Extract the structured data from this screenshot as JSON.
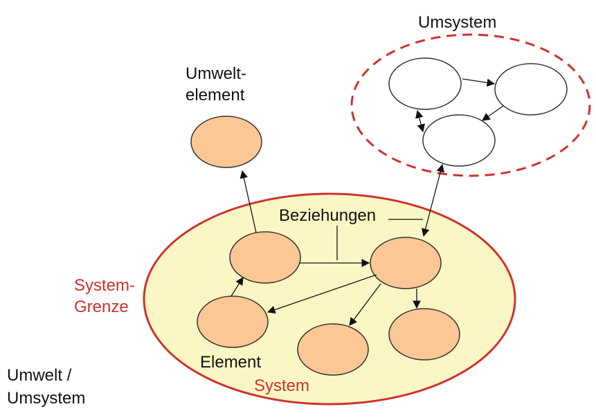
{
  "labels": {
    "umsystem_title": "Umsystem",
    "umwelt_element_line1": "Umwelt-",
    "umwelt_element_line2": "element",
    "beziehungen": "Beziehungen",
    "system_grenze_line1": "System-",
    "system_grenze_line2": "Grenze",
    "element": "Element",
    "system": "System",
    "umwelt_line1": "Umwelt /",
    "umwelt_line2": "Umsystem"
  },
  "colors": {
    "system_fill": "#fbf7c4",
    "system_border": "#d0312d",
    "element_fill": "#fbc895",
    "element_border": "#333333",
    "umsystem_border": "#d0312d",
    "umsystem_node_fill": "#ffffff",
    "accent_red_text": "#d0312d"
  }
}
